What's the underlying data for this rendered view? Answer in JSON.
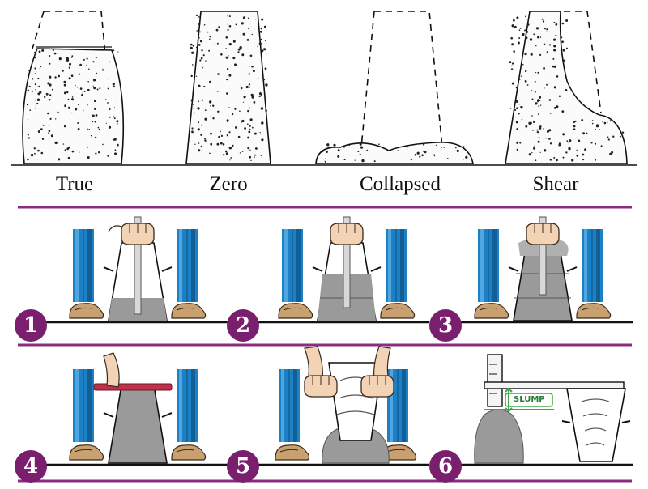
{
  "slump_types": [
    {
      "label": "True"
    },
    {
      "label": "Zero"
    },
    {
      "label": "Collapsed"
    },
    {
      "label": "Shear"
    }
  ],
  "steps": [
    {
      "number": "1"
    },
    {
      "number": "2"
    },
    {
      "number": "3"
    },
    {
      "number": "4"
    },
    {
      "number": "5"
    },
    {
      "number": "6"
    }
  ],
  "slump_gauge_label": "SLUMP",
  "colors": {
    "divider": "#8a2d7f",
    "badge": "#7a1f6e",
    "legs": "#1d7fc4",
    "concrete": "#9a9a9a",
    "rod": "#d8d8d8",
    "tamping_bar": "#c0304a",
    "gauge_arrow": "#3aa845"
  }
}
